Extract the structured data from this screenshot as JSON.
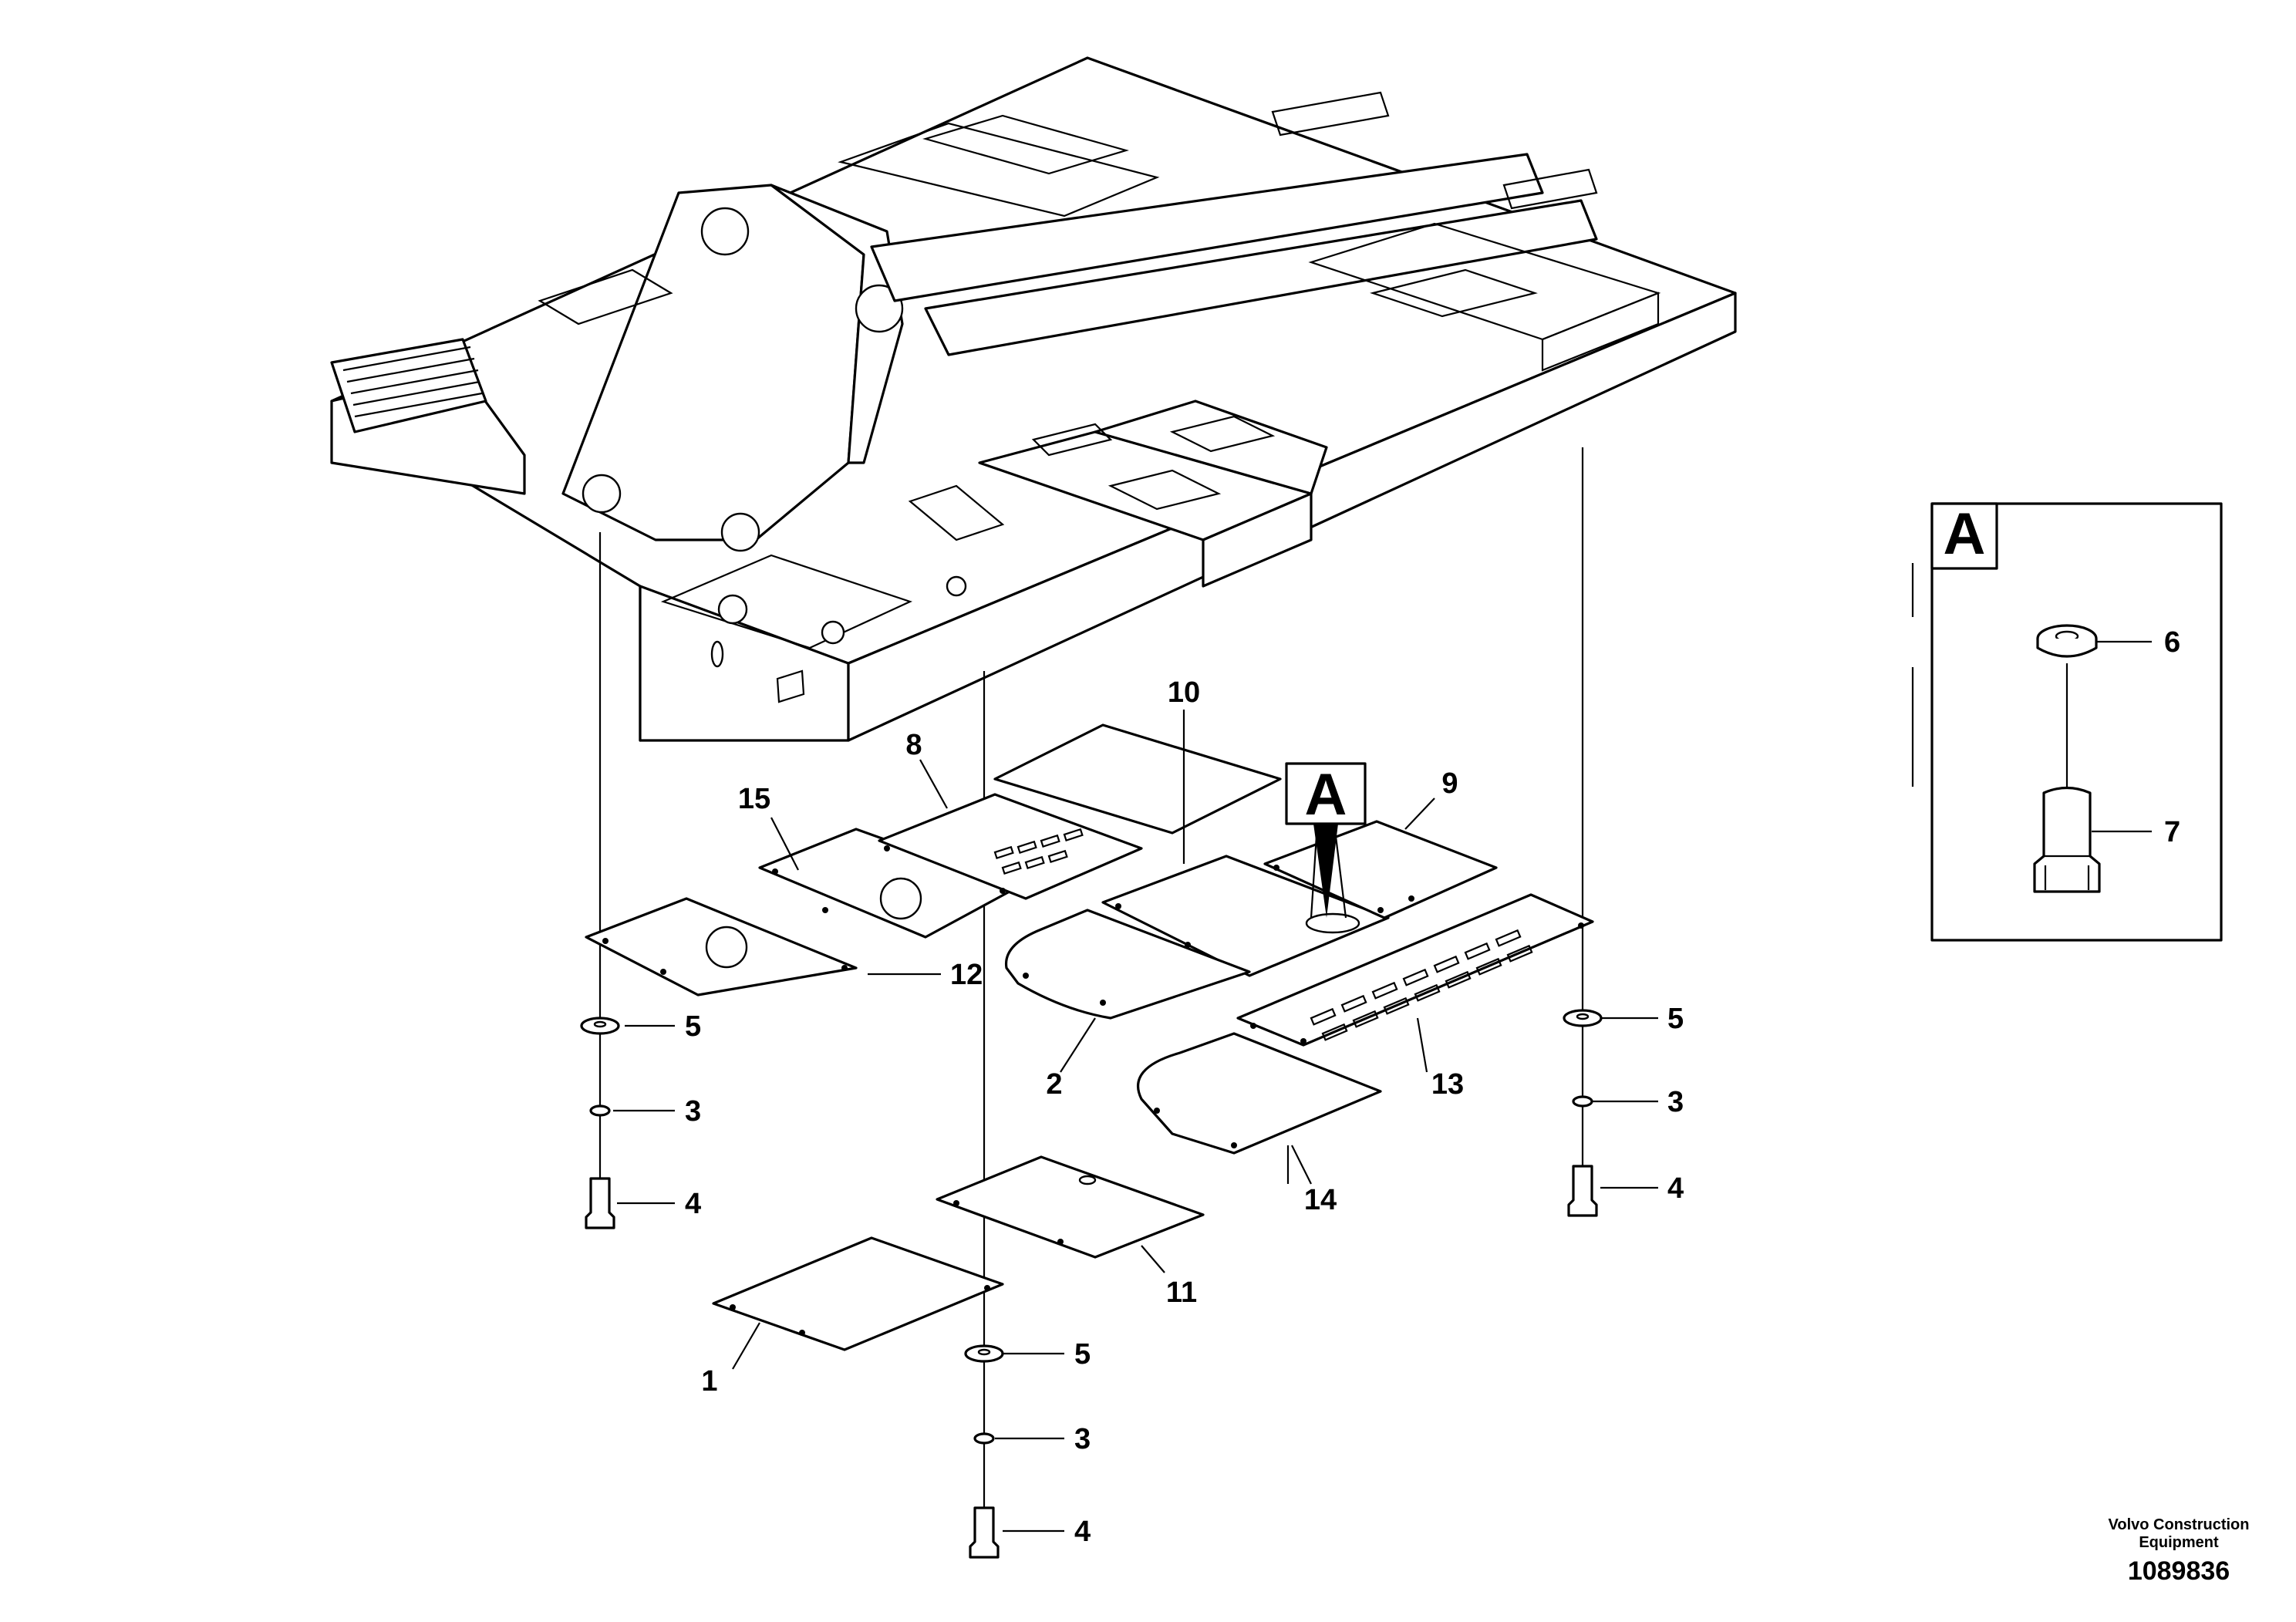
{
  "callouts": {
    "c1": "1",
    "c2": "2",
    "c3a": "3",
    "c3b": "3",
    "c3c": "3",
    "c4a": "4",
    "c4b": "4",
    "c4c": "4",
    "c5a": "5",
    "c5b": "5",
    "c5c": "5",
    "c6": "6",
    "c7": "7",
    "c8": "8",
    "c9": "9",
    "c10": "10",
    "c11": "11",
    "c12": "12",
    "c13": "13",
    "c14": "14",
    "c15": "15"
  },
  "detail_marker": "A",
  "detail_box_label": "A",
  "footer": {
    "brand_line1": "Volvo Construction",
    "brand_line2": "Equipment",
    "doc_number": "1089836"
  }
}
